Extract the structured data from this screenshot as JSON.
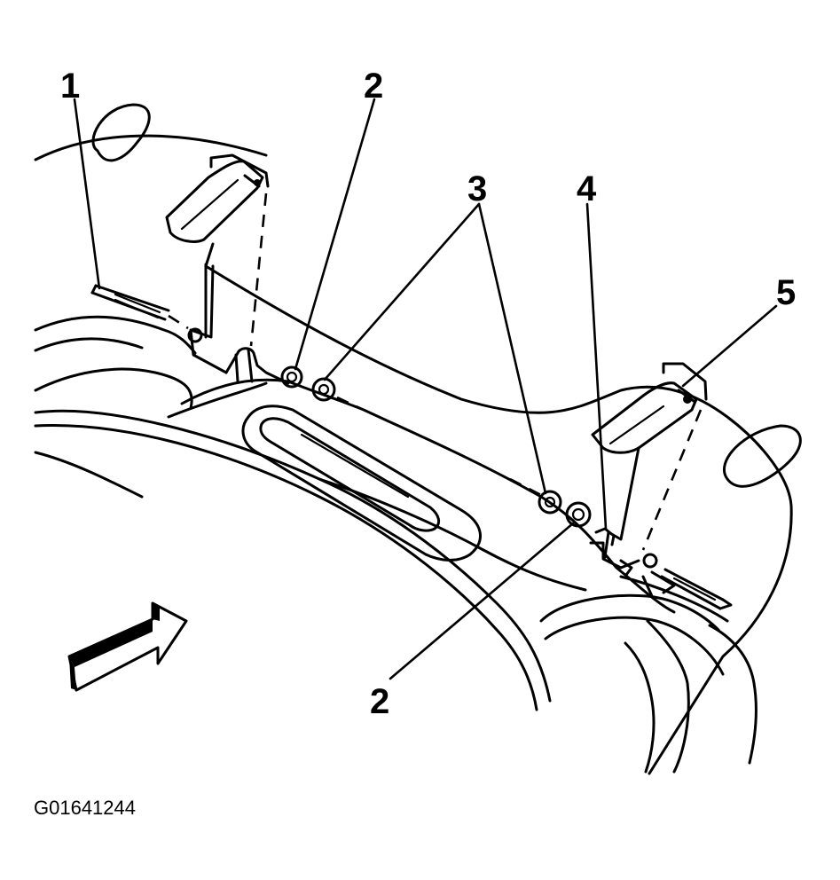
{
  "callouts": [
    {
      "id": "1",
      "label": "1"
    },
    {
      "id": "2a",
      "label": "2"
    },
    {
      "id": "3",
      "label": "3"
    },
    {
      "id": "4",
      "label": "4"
    },
    {
      "id": "5",
      "label": "5"
    },
    {
      "id": "2b",
      "label": "2"
    }
  ],
  "figure_code": "G01641244",
  "colors": {
    "ink": "#000000",
    "paper": "#ffffff"
  }
}
